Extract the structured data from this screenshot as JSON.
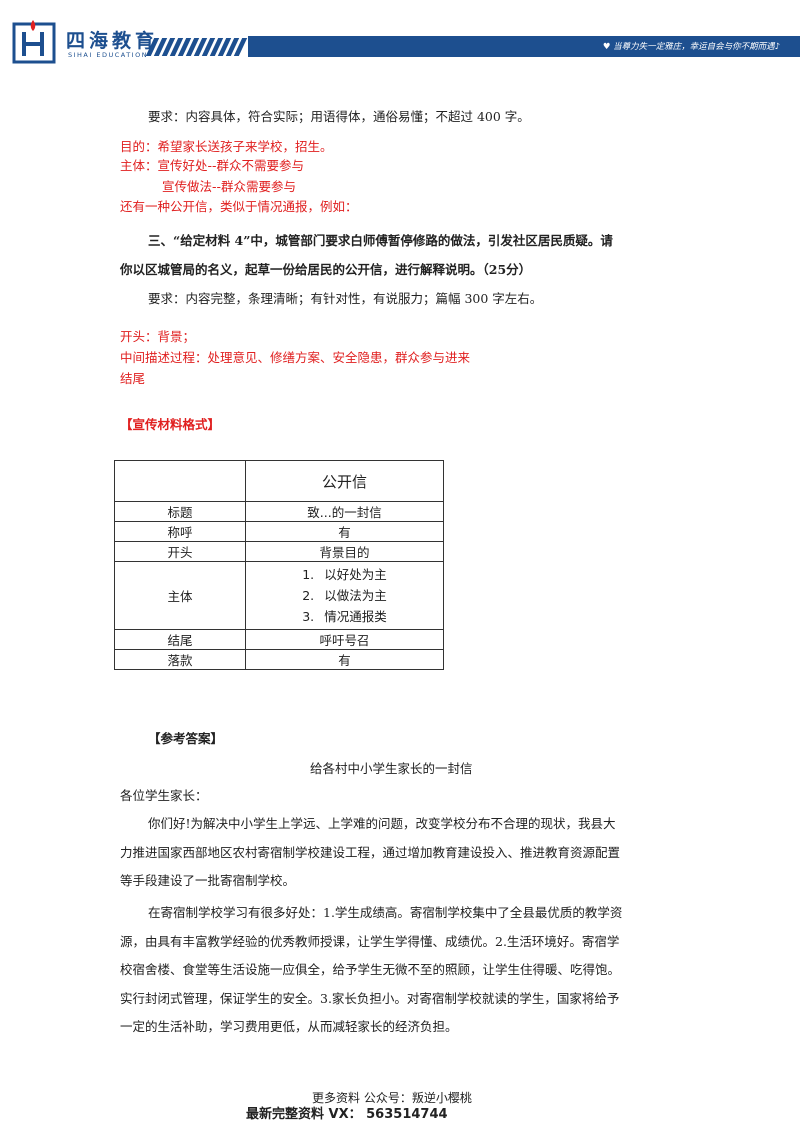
{
  "header": {
    "brand_cn": "四海教育",
    "brand_en": "SIHAI EDUCATION",
    "slogan": "♥ 当尊力失一定雅庄，幸运自会与你不期而遇♪"
  },
  "section2": {
    "requirement": "要求：内容具体，符合实际；用语得体，通俗易懂；不超过 400 字。",
    "note_purpose": "目的：希望家长送孩子来学校，招生。",
    "note_body1": "主体：宣传好处--群众不需要参与",
    "note_body2": "宣传做法--群众需要参与",
    "note_more": "还有一种公开信，类似于情况通报，例如："
  },
  "section3": {
    "question_line1": "三、“给定材料 4”中，城管部门要求白师傅暂停修路的做法，引发社区居民质疑。请",
    "question_line2": "你以区城管局的名义，起草一份给居民的公开信，进行解释说明。（25分）",
    "requirement": "要求：内容完整，条理清晰；有针对性，有说服力；篇幅 300 字左右。",
    "note_opening": "开头：背景；",
    "note_middle": "中间描述过程：处理意见、修缮方案、安全隐患，群众参与进来",
    "note_end": "结尾"
  },
  "format_heading": "【宣传材料格式】",
  "format_table": {
    "header": "公开信",
    "rows": [
      {
        "label": "标题",
        "value": "致...的一封信"
      },
      {
        "label": "称呼",
        "value": "有"
      },
      {
        "label": "开头",
        "value": "背景目的"
      },
      {
        "label": "主体",
        "items": [
          {
            "num": "1.",
            "text": "以好处为主"
          },
          {
            "num": "2.",
            "text": "以做法为主"
          },
          {
            "num": "3.",
            "text": "情况通报类"
          }
        ]
      },
      {
        "label": "结尾",
        "value": "呼吁号召"
      },
      {
        "label": "落款",
        "value": "有"
      }
    ]
  },
  "answer": {
    "heading": "【参考答案】",
    "title": "给各村中小学生家长的一封信",
    "salutation": "各位学生家长：",
    "para1": [
      "你们好!为解决中小学生上学远、上学难的问题，改变学校分布不合理的现状，我县大",
      "力推进国家西部地区农村寄宿制学校建设工程，通过增加教育建设投入、推进教育资源配置",
      "等手段建设了一批寄宿制学校。"
    ],
    "para2": [
      "在寄宿制学校学习有很多好处：1.学生成绩高。寄宿制学校集中了全县最优质的教学资",
      "源，由具有丰富教学经验的优秀教师授课，让学生学得懂、成绩优。2.生活环境好。寄宿学",
      "校宿舍楼、食堂等生活设施一应俱全，给予学生无微不至的照顾，让学生住得暖、吃得饱。",
      "实行封闭式管理，保证学生的安全。3.家长负担小。对寄宿制学校就读的学生，国家将给予",
      "一定的生活补助，学习费用更低，从而减轻家长的经济负担。"
    ]
  },
  "footer": {
    "line1": "更多资料  公众号：叛逆小樱桃",
    "line2": "最新完整资料 VX：  563514744"
  }
}
